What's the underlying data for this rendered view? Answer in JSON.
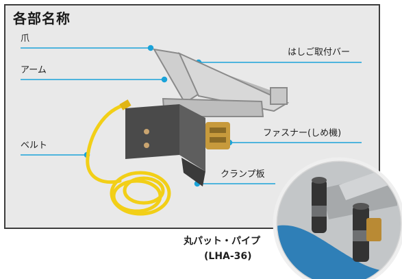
{
  "title": "各部名称",
  "labels": {
    "claw": "爪",
    "arm": "アーム",
    "belt": "ベルト",
    "ladder_bar": "はしご取付バー",
    "fastener": "ファスナー(しめ機)",
    "clamp_plate": "クランプ板",
    "pad_name": "丸パット・パイプ",
    "model": "(LHA-36)"
  },
  "colors": {
    "leader_line": "#1aa3d9",
    "leader_dot": "#1aa3d9",
    "belt": "#f2cf17",
    "frame": "#3c3c3c"
  }
}
